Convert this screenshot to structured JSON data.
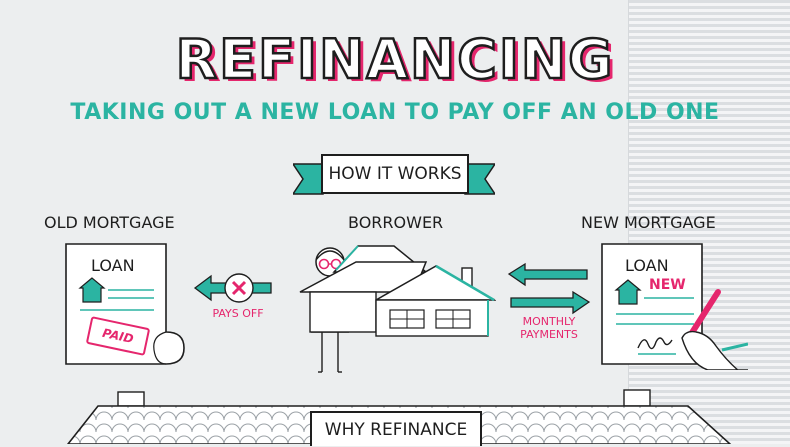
{
  "title": "REFINANCING",
  "subtitle": "TAKING OUT A NEW LOAN TO PAY OFF AN OLD ONE",
  "banner_label": "HOW IT WORKS",
  "old_mortgage": {
    "heading": "OLD MORTGAGE",
    "doc_title": "LOAN",
    "stamp": "PAID"
  },
  "borrower": {
    "heading": "BORROWER"
  },
  "new_mortgage": {
    "heading": "NEW MORTGAGE",
    "doc_title": "LOAN",
    "tag": "NEW"
  },
  "pays_off_label": "PAYS OFF",
  "payments_label_line1": "MONTHLY",
  "payments_label_line2": "PAYMENTS",
  "bottom_banner": "WHY REFINANCE",
  "colors": {
    "teal": "#2bb4a2",
    "pink": "#e5266d",
    "ink": "#1e1e1e",
    "background": "#eceeef"
  }
}
